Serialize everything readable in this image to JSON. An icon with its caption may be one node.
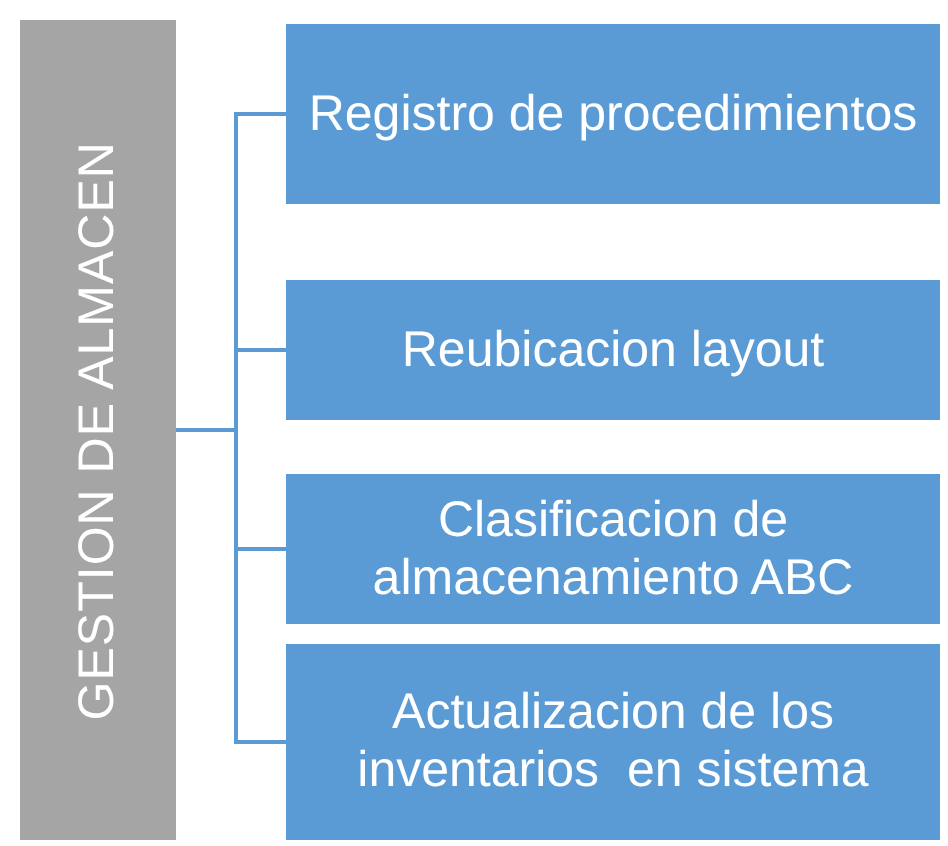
{
  "diagram": {
    "nodes": [
      {
        "text": [
          "GESTION DE ALMACEN"
        ]
      },
      {
        "text": [
          "Registro de procedimientos"
        ]
      },
      {
        "text": [
          "Reubicacion layout"
        ]
      },
      {
        "text": [
          "Clasificacion de almacenamiento ABC"
        ]
      },
      {
        "text": [
          "Actualizacion de los inventarios  en sistema"
        ]
      }
    ],
    "edges": [
      {
        "from": 0,
        "to": 1,
        "arrow": "none"
      },
      {
        "from": 0,
        "to": 2,
        "arrow": "none"
      },
      {
        "from": 0,
        "to": 3,
        "arrow": "none"
      },
      {
        "from": 0,
        "to": 4,
        "arrow": "none"
      }
    ]
  }
}
